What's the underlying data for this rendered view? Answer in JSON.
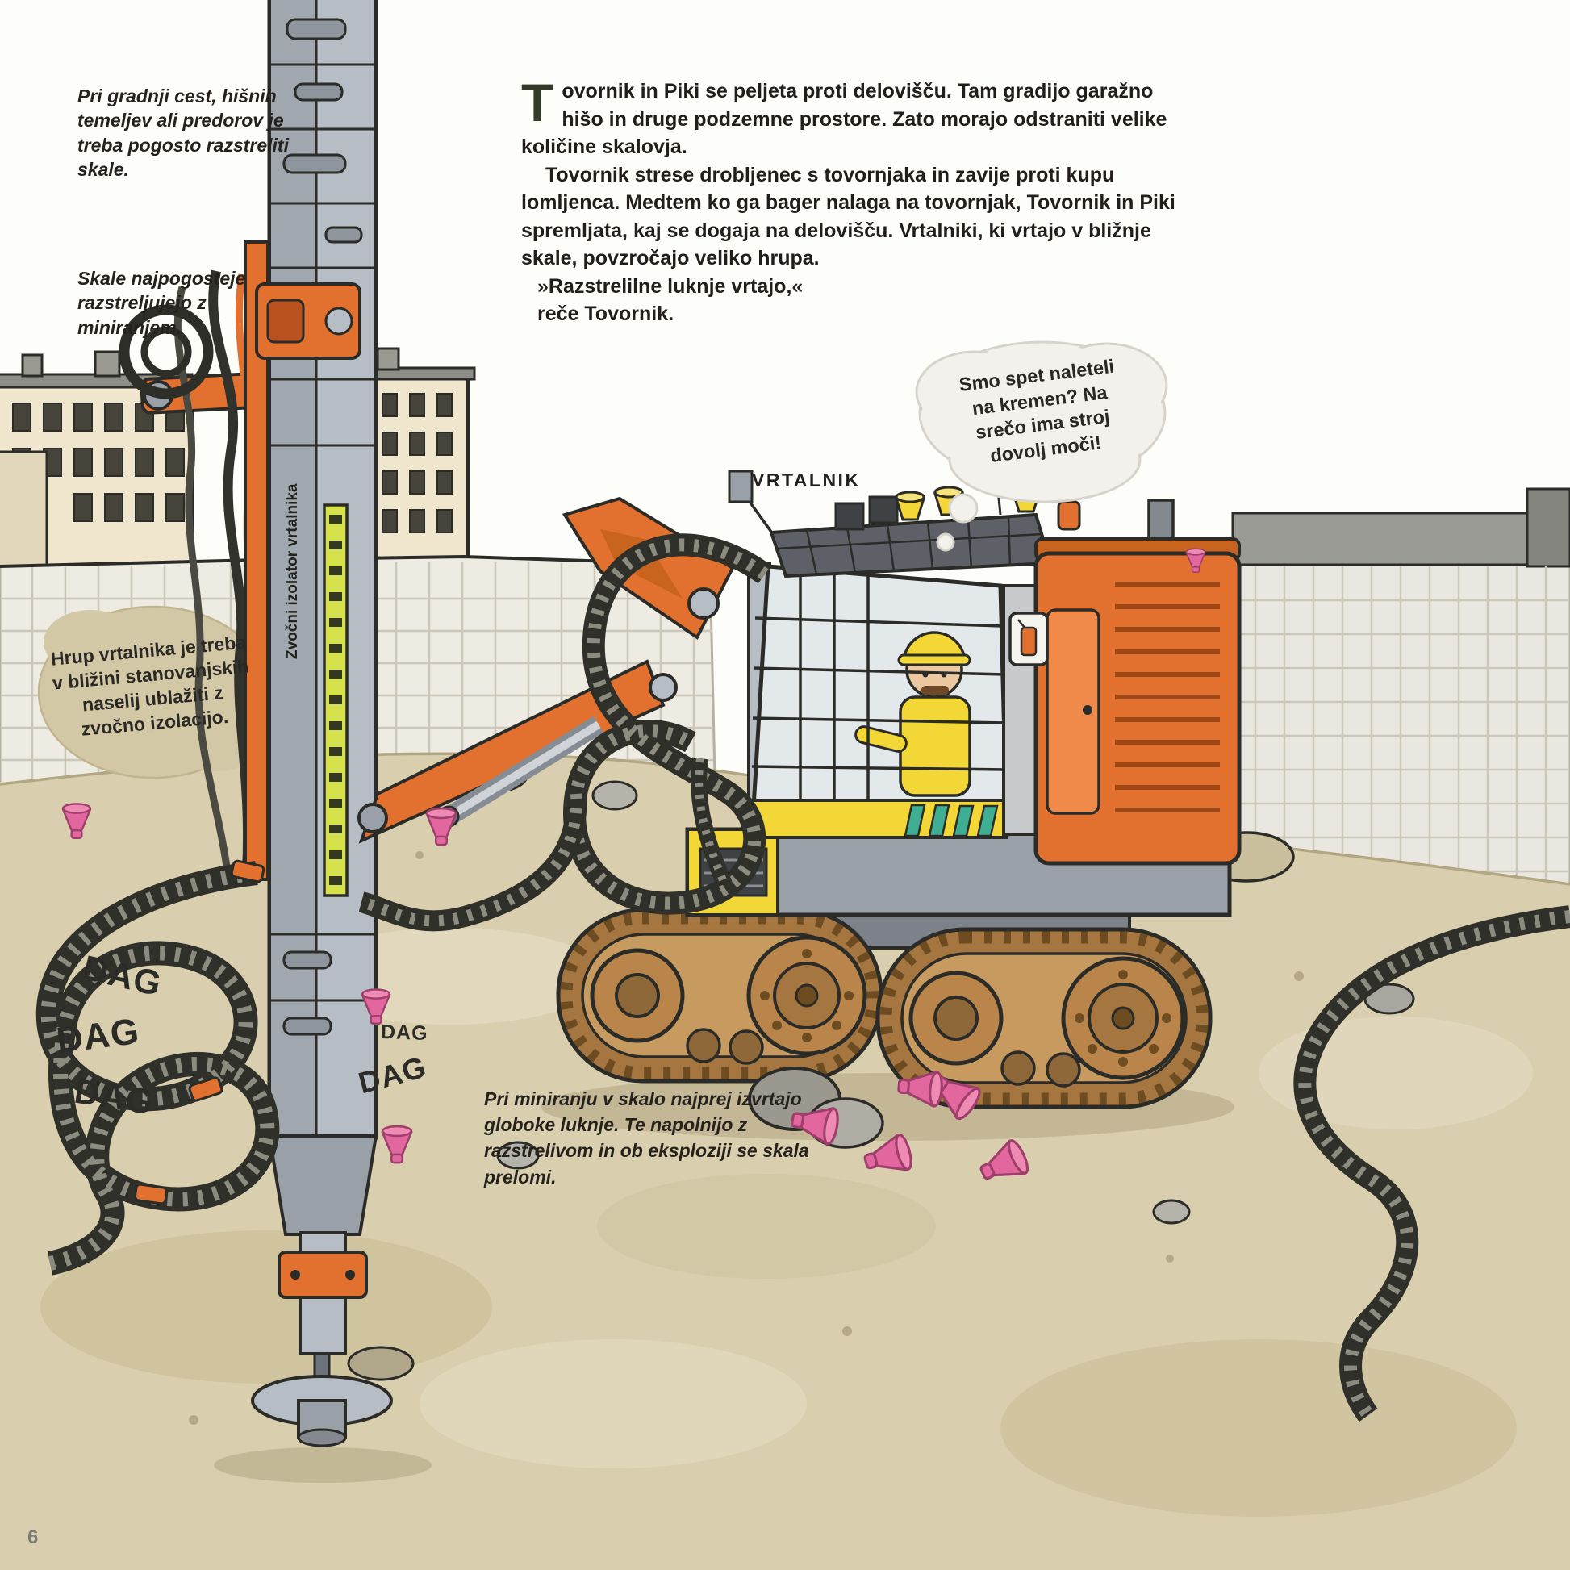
{
  "page_number": "6",
  "side_notes": {
    "note1": "Pri gradnji cest, hišnih temeljev ali predorov je treba pogosto razstreliti skale.",
    "note2": "Skale najpogosteje razstreljujejo z miniranjem."
  },
  "story": {
    "drop_cap": "T",
    "para1": "ovornik in Piki se peljeta proti delovišču. Tam gradijo garažno hišo in druge podzemne prostore. Zato morajo odstraniti velike količine skalovja.",
    "para2": "Tovornik strese drobljenec s tovornjaka in zavije proti kupu lomljenca. Medtem ko ga bager nalaga na tovornjak, Tovornik in Piki spremljata, kaj se dogaja na delovišču. Vrtalniki, ki vrtajo v bližnje skale, povzročajo veliko hrupa.",
    "quote_line": "»Razstrelilne luknje vrtajo,«",
    "quote_attribution": "reče Tovornik."
  },
  "labels": {
    "machine": "VRTALNIK",
    "mast": "Zvočni izolator vrtalnika"
  },
  "speech": {
    "driver_thought": "Smo spet naleteli na kremen? Na srečo ima stroj dovolj moči!",
    "noise_note": "Hrup vrtalnika je treba v bližini stanovanjskih naselij ublažiti z zvočno izolacijo."
  },
  "sfx": [
    "DAG",
    "DAG",
    "DAG",
    "DAG",
    "DAG"
  ],
  "caption": "Pri miniranju v skalo najprej izvrtajo globoke luknje. Te napolnijo z razstrelivom in ob eksploziji se skala prelomi.",
  "colors": {
    "machine_orange": "#e2702f",
    "cab_yellow": "#f2d736",
    "hazard_stripe": "#d6e14e",
    "blast_plug_pink": "#e2679e",
    "track_brown": "#a5763f",
    "ground_sand": "#d9cfae",
    "ink": "#2b2b28"
  }
}
